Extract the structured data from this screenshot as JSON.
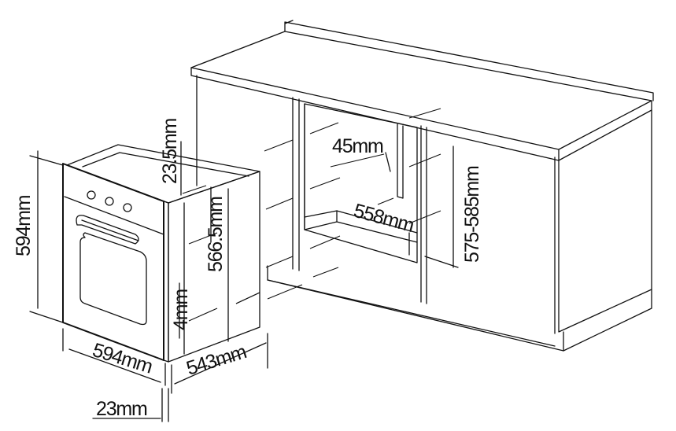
{
  "dimensions": {
    "oven_height": "594mm",
    "oven_width": "594mm",
    "oven_depth": "543mm",
    "front_panel_depth": "23mm",
    "top_gap": "23.5mm",
    "body_height": "566.5mm",
    "bottom_gap": "4mm",
    "cabinet_gap": "45mm",
    "cutout_width": "558mm",
    "cutout_height": "575-585mm"
  },
  "colors": {
    "line": "#111111",
    "background": "#ffffff"
  }
}
